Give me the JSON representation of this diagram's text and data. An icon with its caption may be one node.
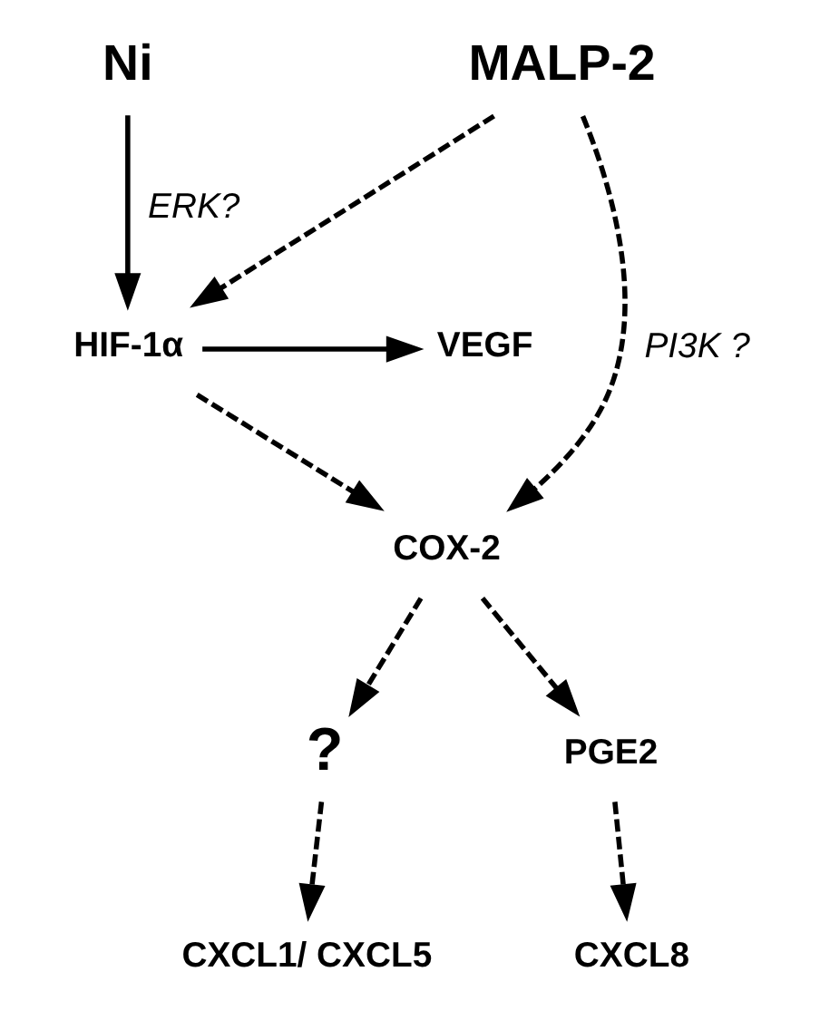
{
  "diagram": {
    "nodes": [
      {
        "text": [
          "Ni"
        ]
      },
      {
        "text": [
          "MALP-2"
        ]
      },
      {
        "text": [
          "HIF-1α"
        ]
      },
      {
        "text": [
          "VEGF"
        ]
      },
      {
        "text": [
          "COX-2"
        ]
      },
      {
        "text": [
          "?"
        ]
      },
      {
        "text": [
          "PGE2"
        ]
      },
      {
        "text": [
          "CXCL1/ CXCL5"
        ]
      },
      {
        "text": [
          "CXCL8"
        ]
      }
    ],
    "edges": [
      {
        "from": 0,
        "to": 2,
        "arrow": "to",
        "label": "ERK?"
      },
      {
        "from": 1,
        "to": 2,
        "arrow": "to",
        "style": "dashed"
      },
      {
        "from": 1,
        "to": 4,
        "arrow": "to",
        "style": "dashed",
        "label": "PI3K ?"
      },
      {
        "from": 2,
        "to": 3,
        "arrow": "to"
      },
      {
        "from": 2,
        "to": 4,
        "arrow": "to",
        "style": "dashed"
      },
      {
        "from": 4,
        "to": 5,
        "arrow": "to",
        "style": "dashed"
      },
      {
        "from": 4,
        "to": 6,
        "arrow": "to",
        "style": "dashed"
      },
      {
        "from": 5,
        "to": 7,
        "arrow": "to",
        "style": "dashed"
      },
      {
        "from": 6,
        "to": 8,
        "arrow": "to",
        "style": "dashed"
      }
    ]
  }
}
